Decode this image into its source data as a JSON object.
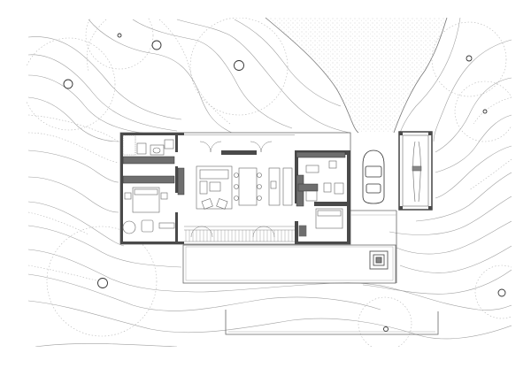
{
  "drawing": {
    "kind": "architectural site floor plan",
    "text_labels": [],
    "colors": {
      "background": "#ffffff",
      "contour": "#9a9a9a",
      "dotted_contour": "#b8b8b8",
      "wall": "#444444",
      "wall_fill": "#6e6e6e",
      "furniture": "#777777",
      "stipple": "#c4c4c4"
    },
    "elements": {
      "contours": "topographic-contour-lines",
      "trees": "tree-canopy-circles",
      "driveway": "gravel-driveway",
      "house": "house-floor-plan",
      "garage": "carport",
      "deck": "terrace-deck"
    }
  }
}
